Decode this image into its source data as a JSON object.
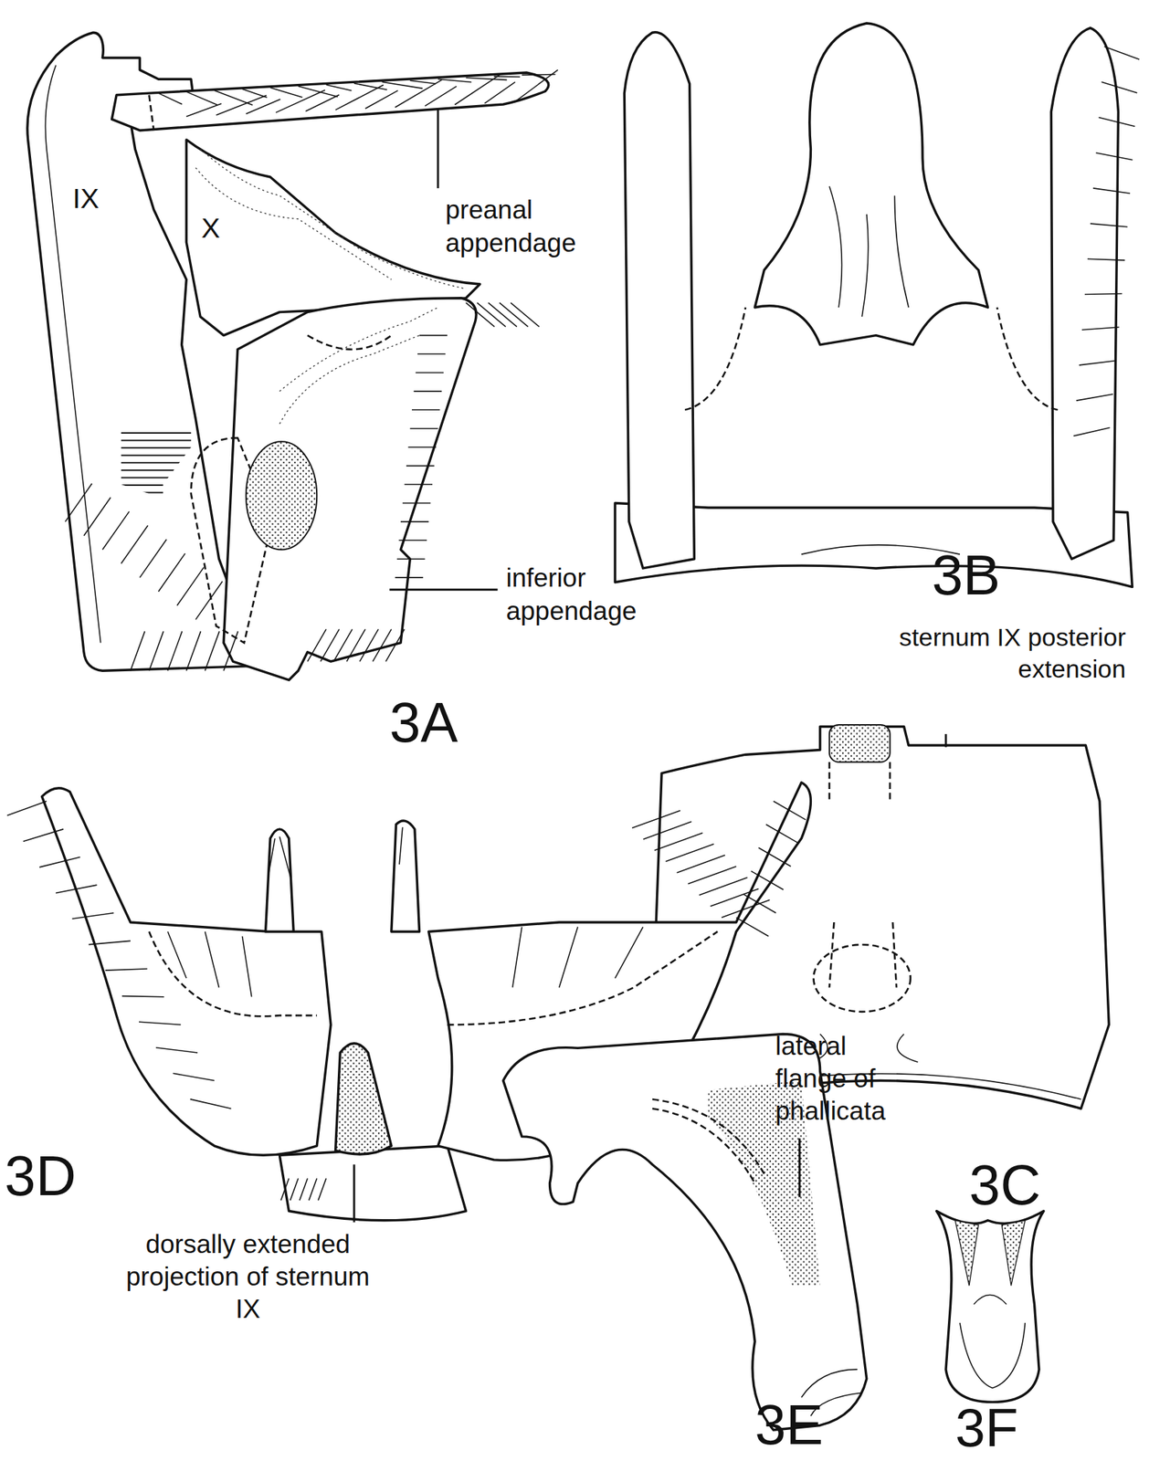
{
  "diagram": {
    "labels": [
      "IX",
      "X",
      "preanal appendage",
      "inferior appendage",
      "3A",
      "3B",
      "sternum IX posterior extension",
      "3C",
      "lateral flange of phallicata",
      "3D",
      "dorsally extended projection of sternum IX",
      "3E",
      "3F"
    ]
  }
}
